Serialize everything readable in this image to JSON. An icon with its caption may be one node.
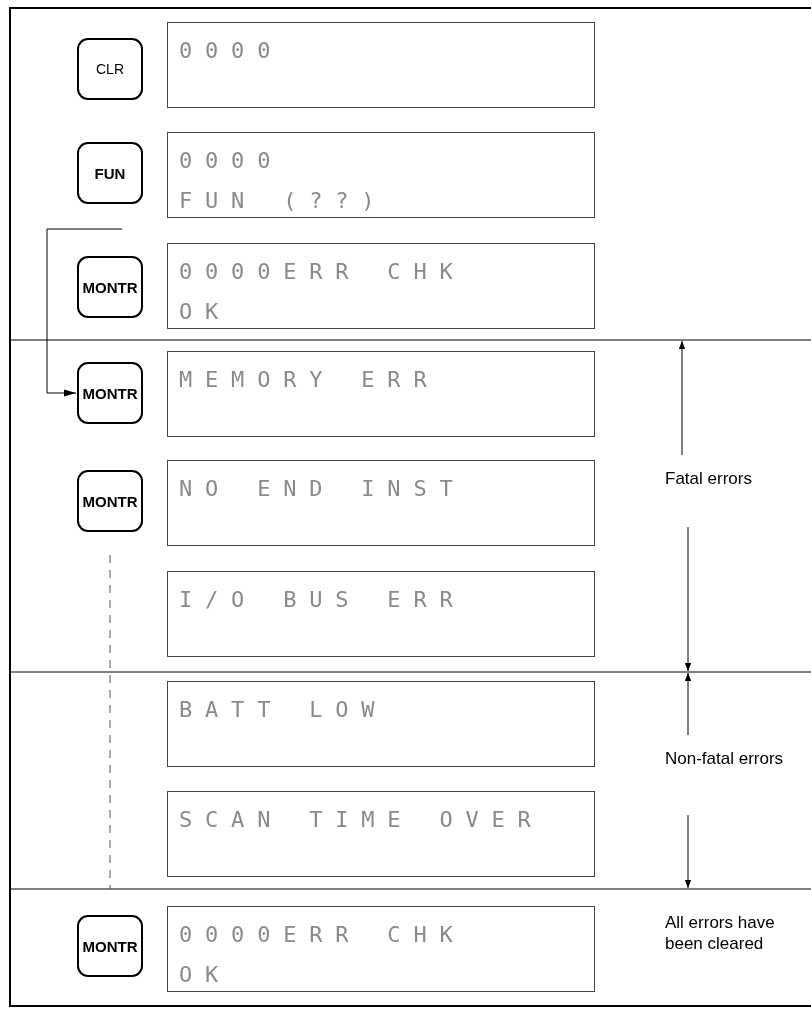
{
  "diagram": {
    "nodes": [
      {
        "text": [
          "CLR"
        ]
      },
      {
        "text": [
          "0000"
        ]
      },
      {
        "text": [
          "FUN"
        ]
      },
      {
        "text": [
          "0000",
          "FUN (??)"
        ]
      },
      {
        "text": [
          "MONTR"
        ]
      },
      {
        "text": [
          "0000ERR CHK",
          "OK"
        ]
      },
      {
        "text": [
          "MONTR"
        ]
      },
      {
        "text": [
          "MEMORY ERR"
        ]
      },
      {
        "text": [
          "MONTR"
        ]
      },
      {
        "text": [
          "NO END INST"
        ]
      },
      {
        "text": [
          "I/O BUS ERR"
        ]
      },
      {
        "text": [
          "BATT LOW"
        ]
      },
      {
        "text": [
          "SCAN TIME OVER"
        ]
      },
      {
        "text": [
          "MONTR"
        ]
      },
      {
        "text": [
          "0000ERR CHK",
          "OK"
        ]
      }
    ],
    "edges": [
      {
        "from": null,
        "to": 6,
        "arrow": "to"
      }
    ],
    "labels": [
      "Fatal errors",
      "Non-fatal errors",
      "All errors have been cleared"
    ]
  }
}
